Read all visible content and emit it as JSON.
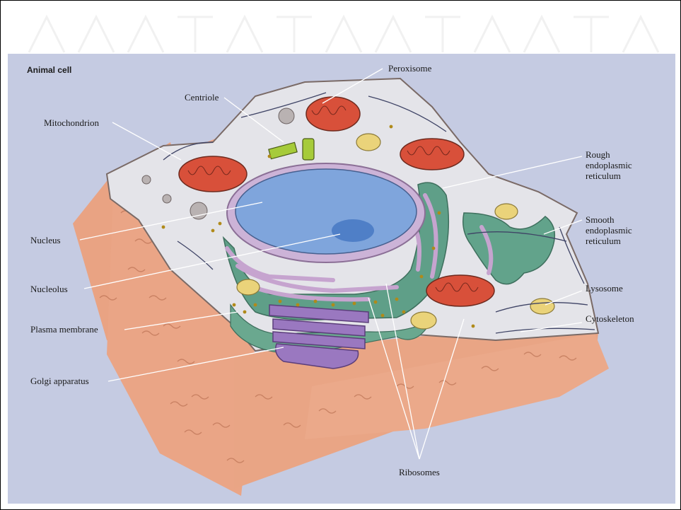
{
  "title": "Animal cell",
  "labels": {
    "peroxisome": "Peroxisome",
    "centriole": "Centriole",
    "mitochondrion": "Mitochondrion",
    "rough_er": "Rough\nendoplasmic\nreticulum",
    "smooth_er": "Smooth\nendoplasmic\nreticulum",
    "nucleus": "Nucleus",
    "nucleolus": "Nucleolus",
    "lysosome": "Lysosome",
    "plasma_membrane": "Plasma membrane",
    "cytoskeleton": "Cytoskeleton",
    "golgi": "Golgi apparatus",
    "ribosomes": "Ribosomes"
  },
  "colors": {
    "panel": "#c5cbe2",
    "cytoplasm": "#e6e6ea",
    "membrane_side": "#e9a383",
    "nucleus": "#7ea6dc",
    "nucleolus": "#4f7fc8",
    "mitochondrion": "#d8503a",
    "rough_er": "#5d9f86",
    "er_tubule": "#c7a6cf",
    "golgi": "#9b78c1",
    "lysosome": "#ead37a",
    "centriole": "#a8cc3c"
  }
}
